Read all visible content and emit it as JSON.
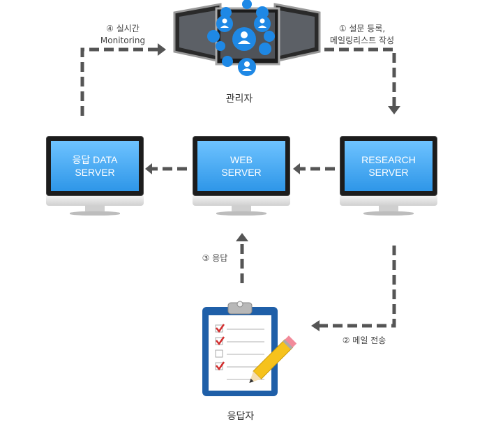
{
  "nodes": {
    "admin_label": "관리자",
    "respondent_label": "응답자",
    "response_server": [
      "응답 DATA",
      "SERVER"
    ],
    "web_server": [
      "WEB",
      "SERVER"
    ],
    "research_server": [
      "RESEARCH",
      "SERVER"
    ]
  },
  "steps": {
    "s1": [
      "① 설문 등록,",
      "메일링리스트 작성"
    ],
    "s2": "② 메일 전송",
    "s3": "③ 응답",
    "s4": [
      "④ 실시간",
      "Monitoring"
    ]
  },
  "colors": {
    "arrow": "#555555",
    "screen": "#3aa4f0",
    "avatar": "#1e88e5",
    "clipboard": "#1f5fa8"
  }
}
